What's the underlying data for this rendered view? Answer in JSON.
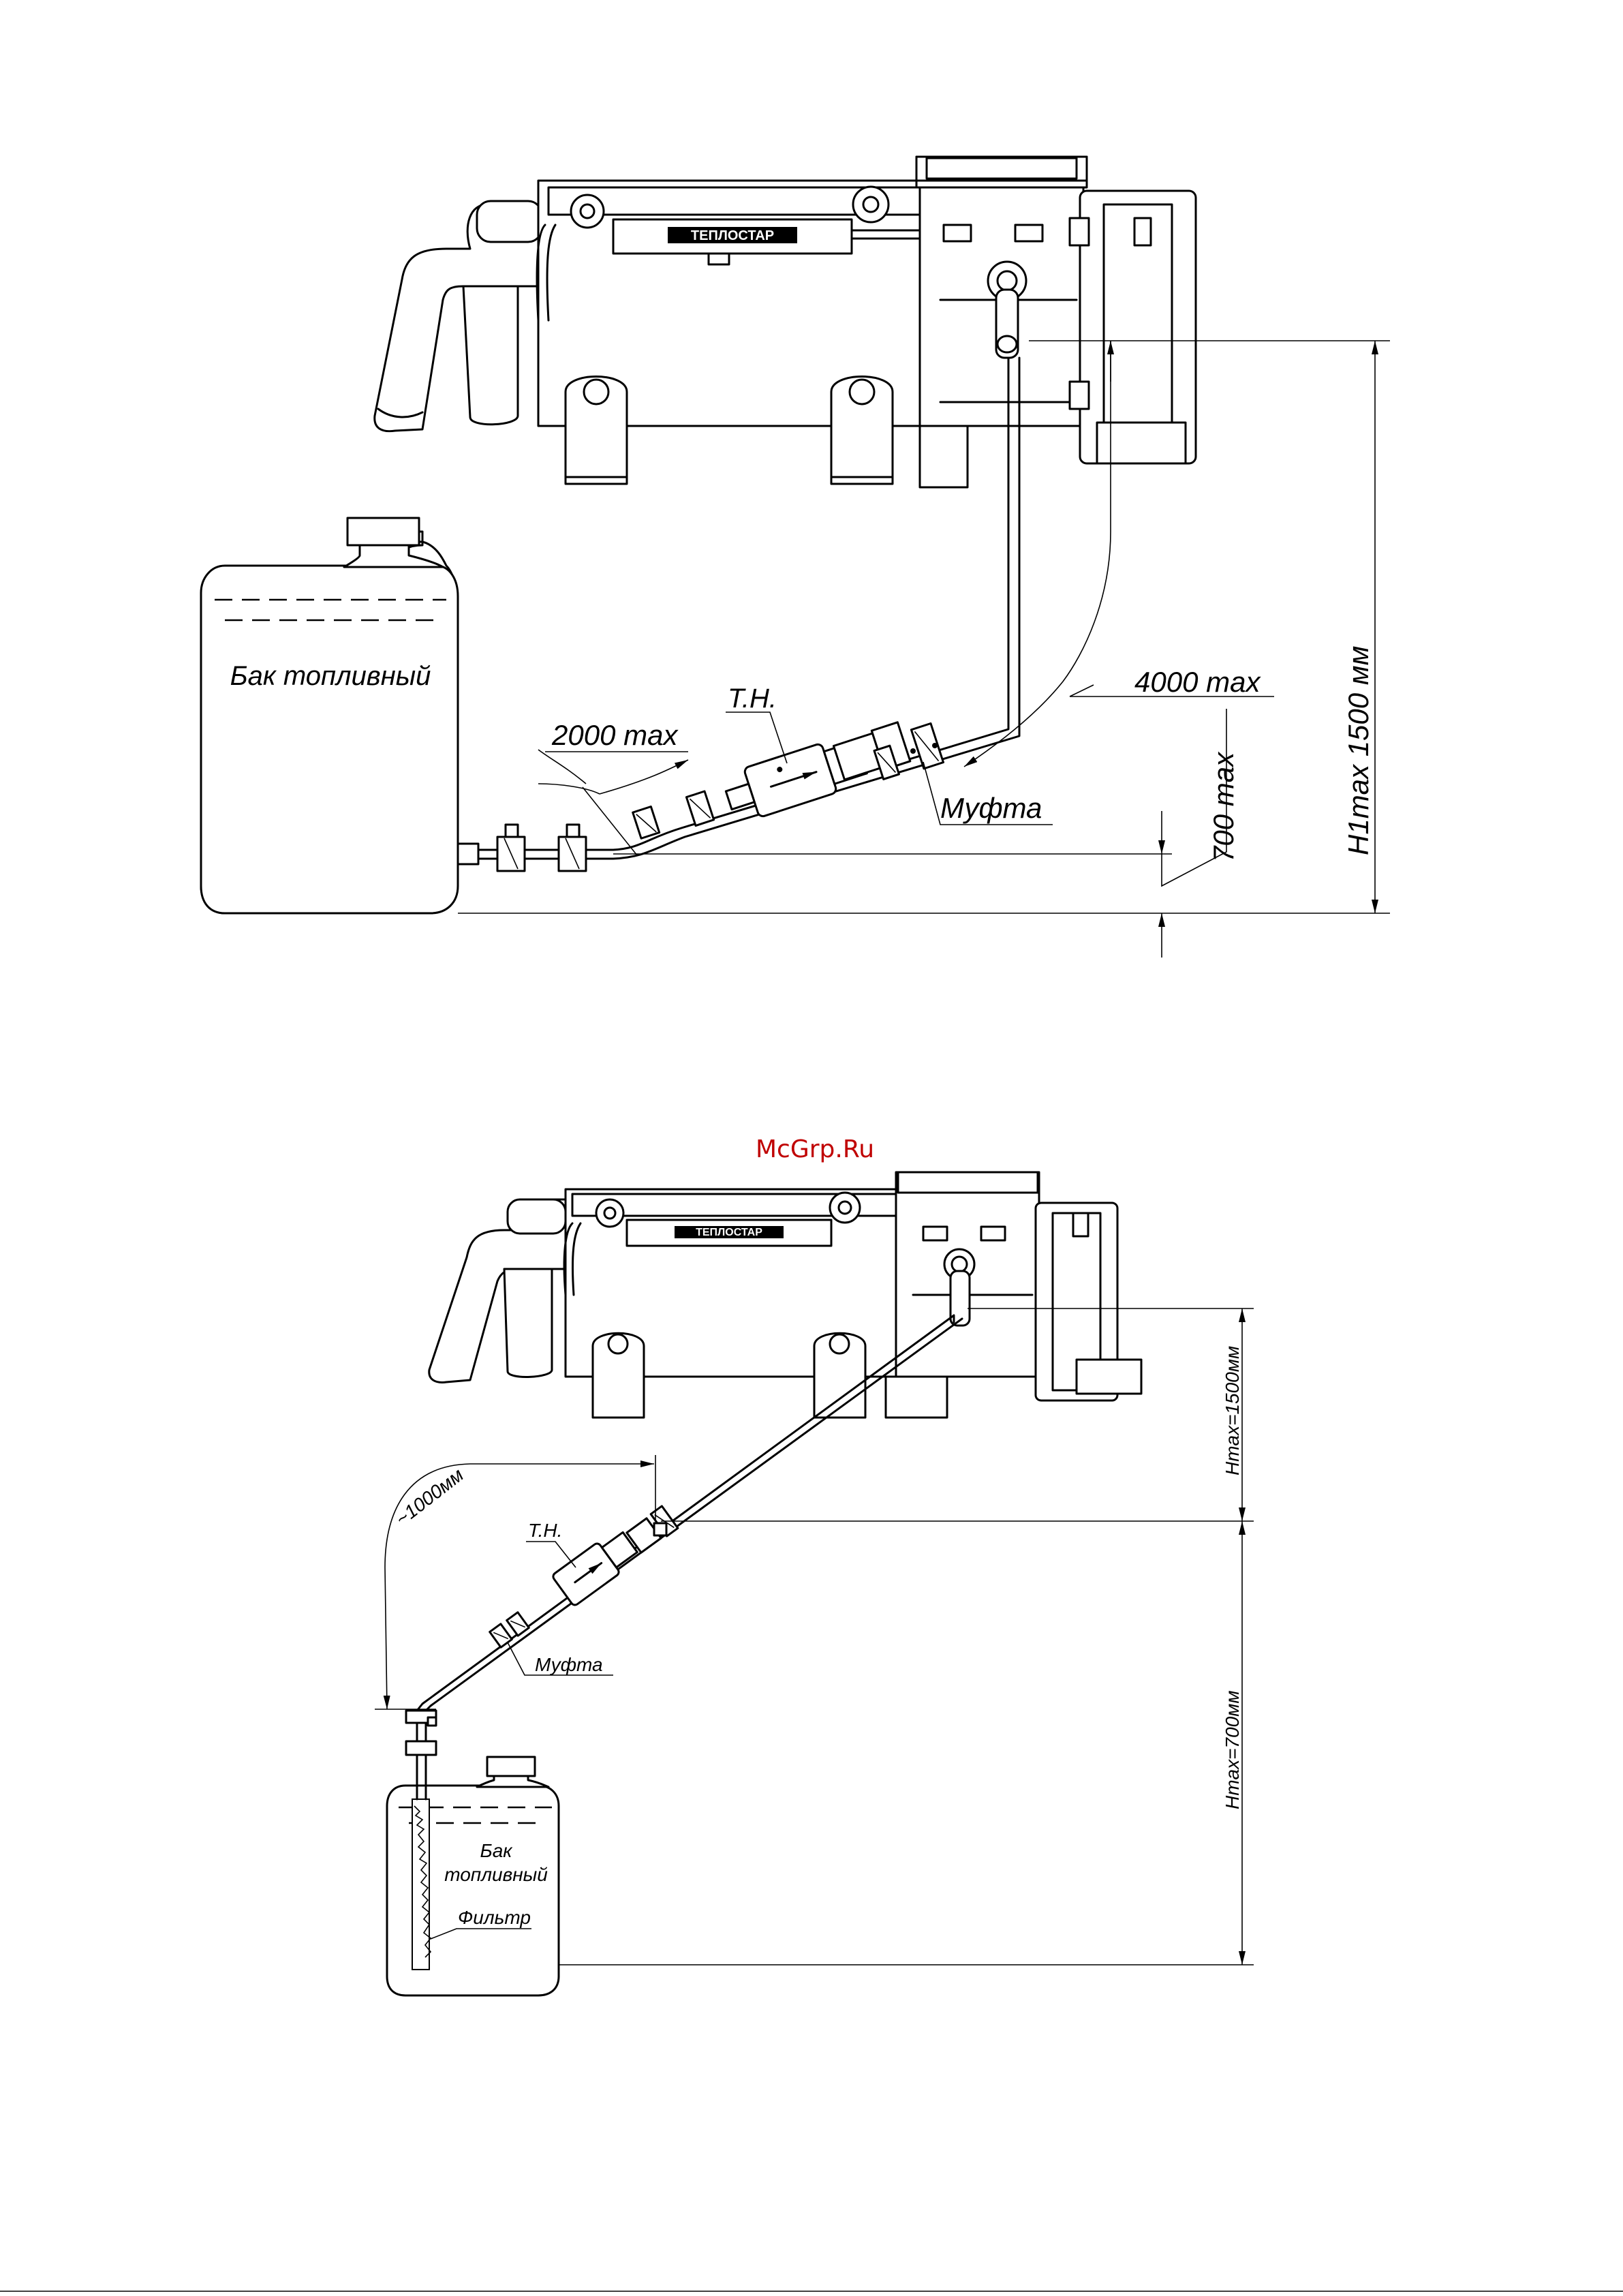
{
  "watermark": "McGrp.Ru",
  "brand_plate": "ТЕПЛОСТАР",
  "diagram_top": {
    "tank_label": "Бак топливный",
    "pump_label": "Т.Н.",
    "coupling_label": "Муфта",
    "dim_2000": "2000 max",
    "dim_4000": "4000 max",
    "dim_700": "700 max",
    "dim_h1": "H1max 1500 мм"
  },
  "diagram_bottom": {
    "tank_label_line1": "Бак",
    "tank_label_line2": "топливный",
    "filter_label": "Фильтр",
    "pump_label": "Т.Н.",
    "coupling_label": "Муфта",
    "dim_1000": "~1000мм",
    "dim_h1500": "Hmax=1500мм",
    "dim_h700": "Hmax=700мм"
  },
  "colors": {
    "line": "#000000",
    "watermark": "#c00000",
    "background": "#ffffff"
  }
}
